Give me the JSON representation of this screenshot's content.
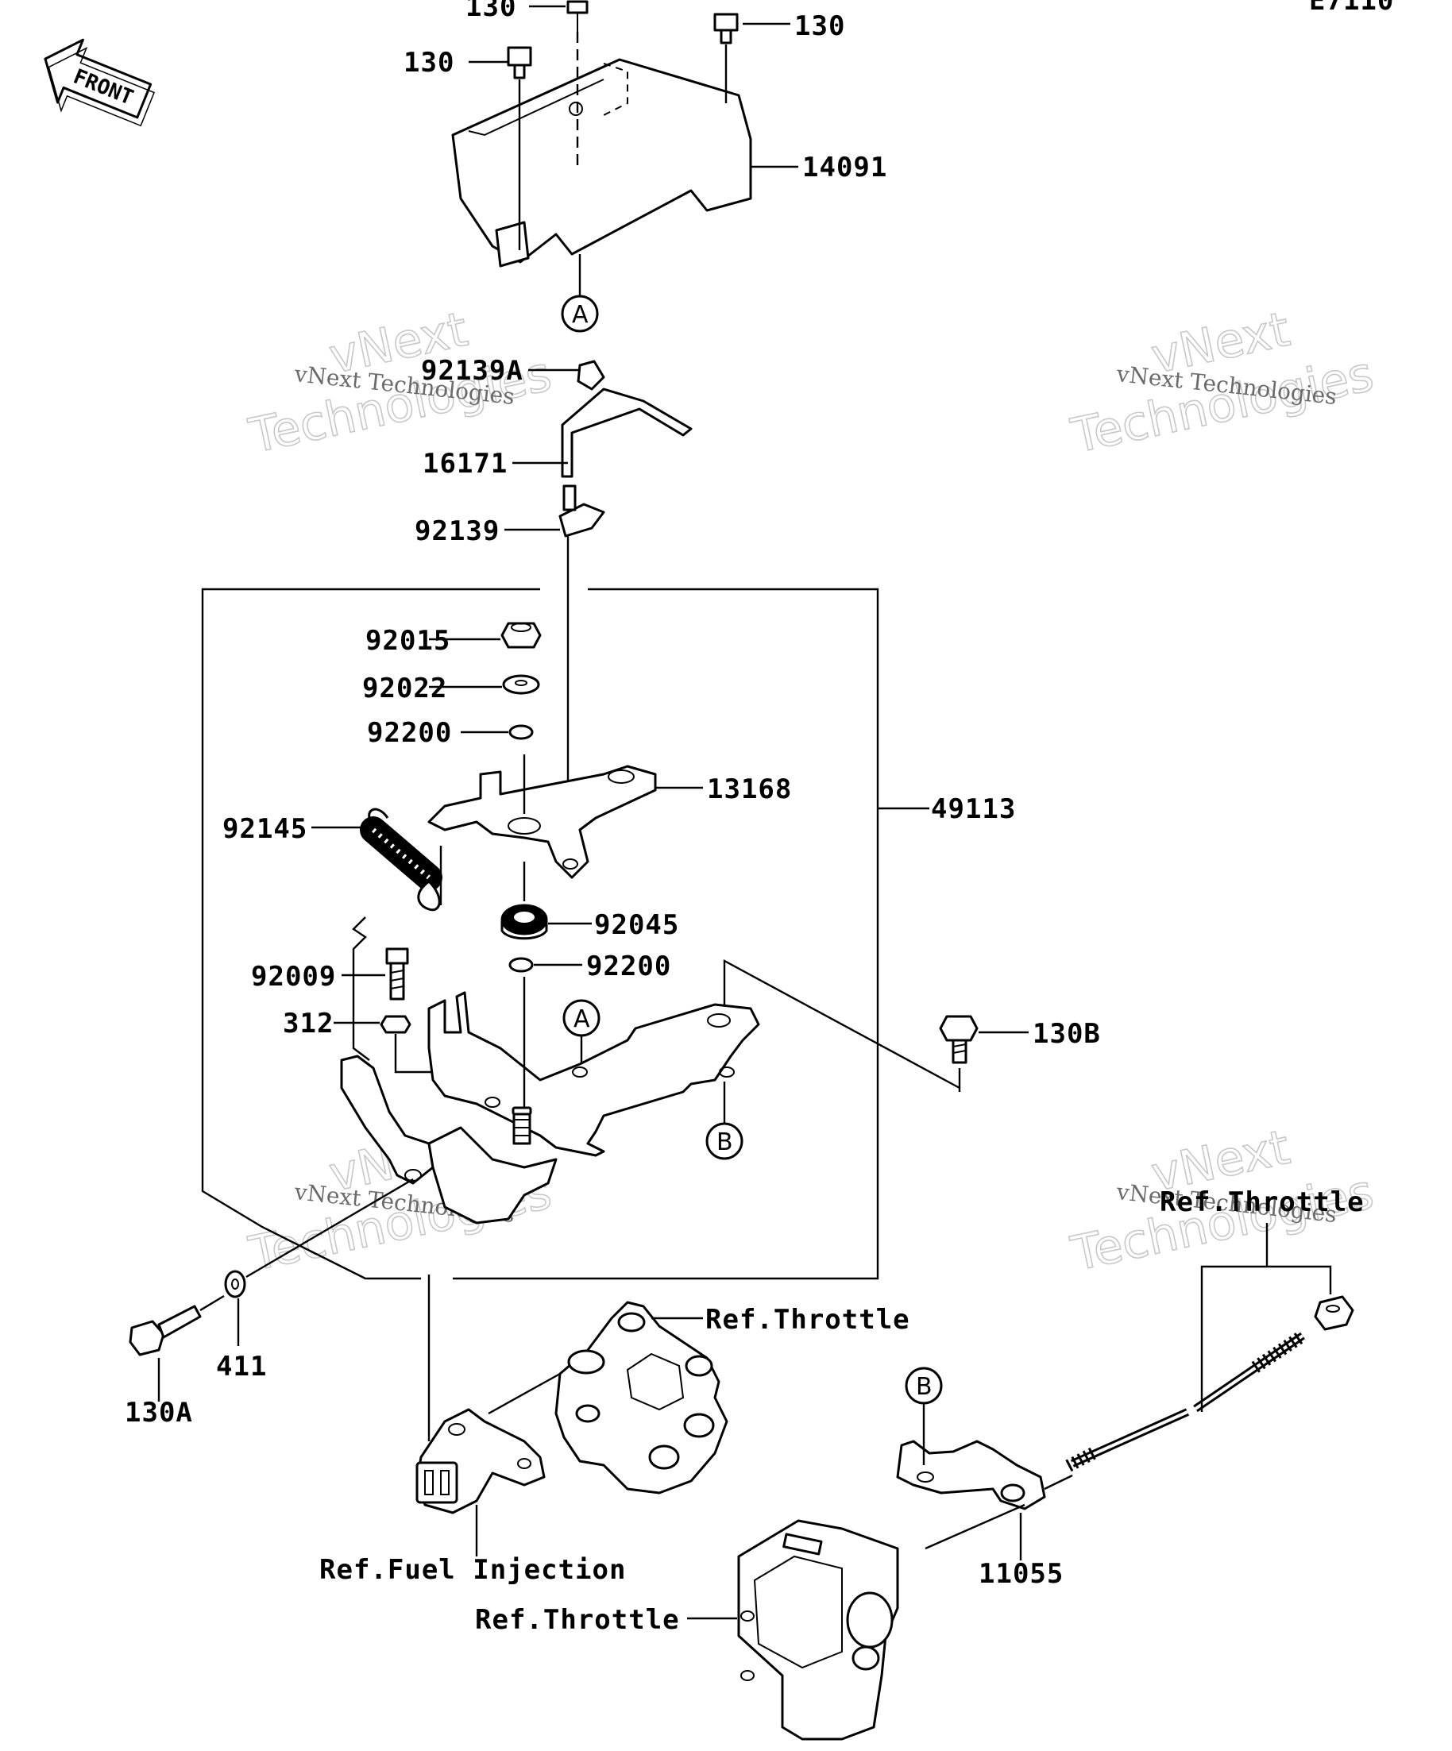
{
  "header": {
    "code": "E7110"
  },
  "front_arrow": {
    "label": "FRONT"
  },
  "labels": {
    "bolt_130_top": "130",
    "bolt_130_right": "130",
    "bolt_130_left": "130",
    "cover_14091": "14091",
    "clamp_92139A": "92139A",
    "hose_16171": "16171",
    "clamp_92139": "92139",
    "nut_92015": "92015",
    "washer_92022": "92022",
    "washer_92200a": "92200",
    "bracket_13168": "13168",
    "assembly_49113": "49113",
    "spring_92145": "92145",
    "bushing_92045": "92045",
    "washer_92200b": "92200",
    "bolt_92009": "92009",
    "nut_312": "312",
    "bolt_130B": "130B",
    "washer_411": "411",
    "bolt_130A": "130A",
    "bracket_11055": "11055",
    "ref_throttle_top": "Ref.Throttle",
    "ref_throttle_right": "Ref.Throttle",
    "ref_fuel_injection": "Ref.Fuel Injection",
    "ref_throttle_bottom": "Ref.Throttle"
  },
  "markers": {
    "a1": "A",
    "a2": "A",
    "b1": "B",
    "b2": "B"
  },
  "watermark": {
    "line1": "vNext Technologies",
    "brand_top": "vNext",
    "brand_bottom": "Technologies"
  }
}
